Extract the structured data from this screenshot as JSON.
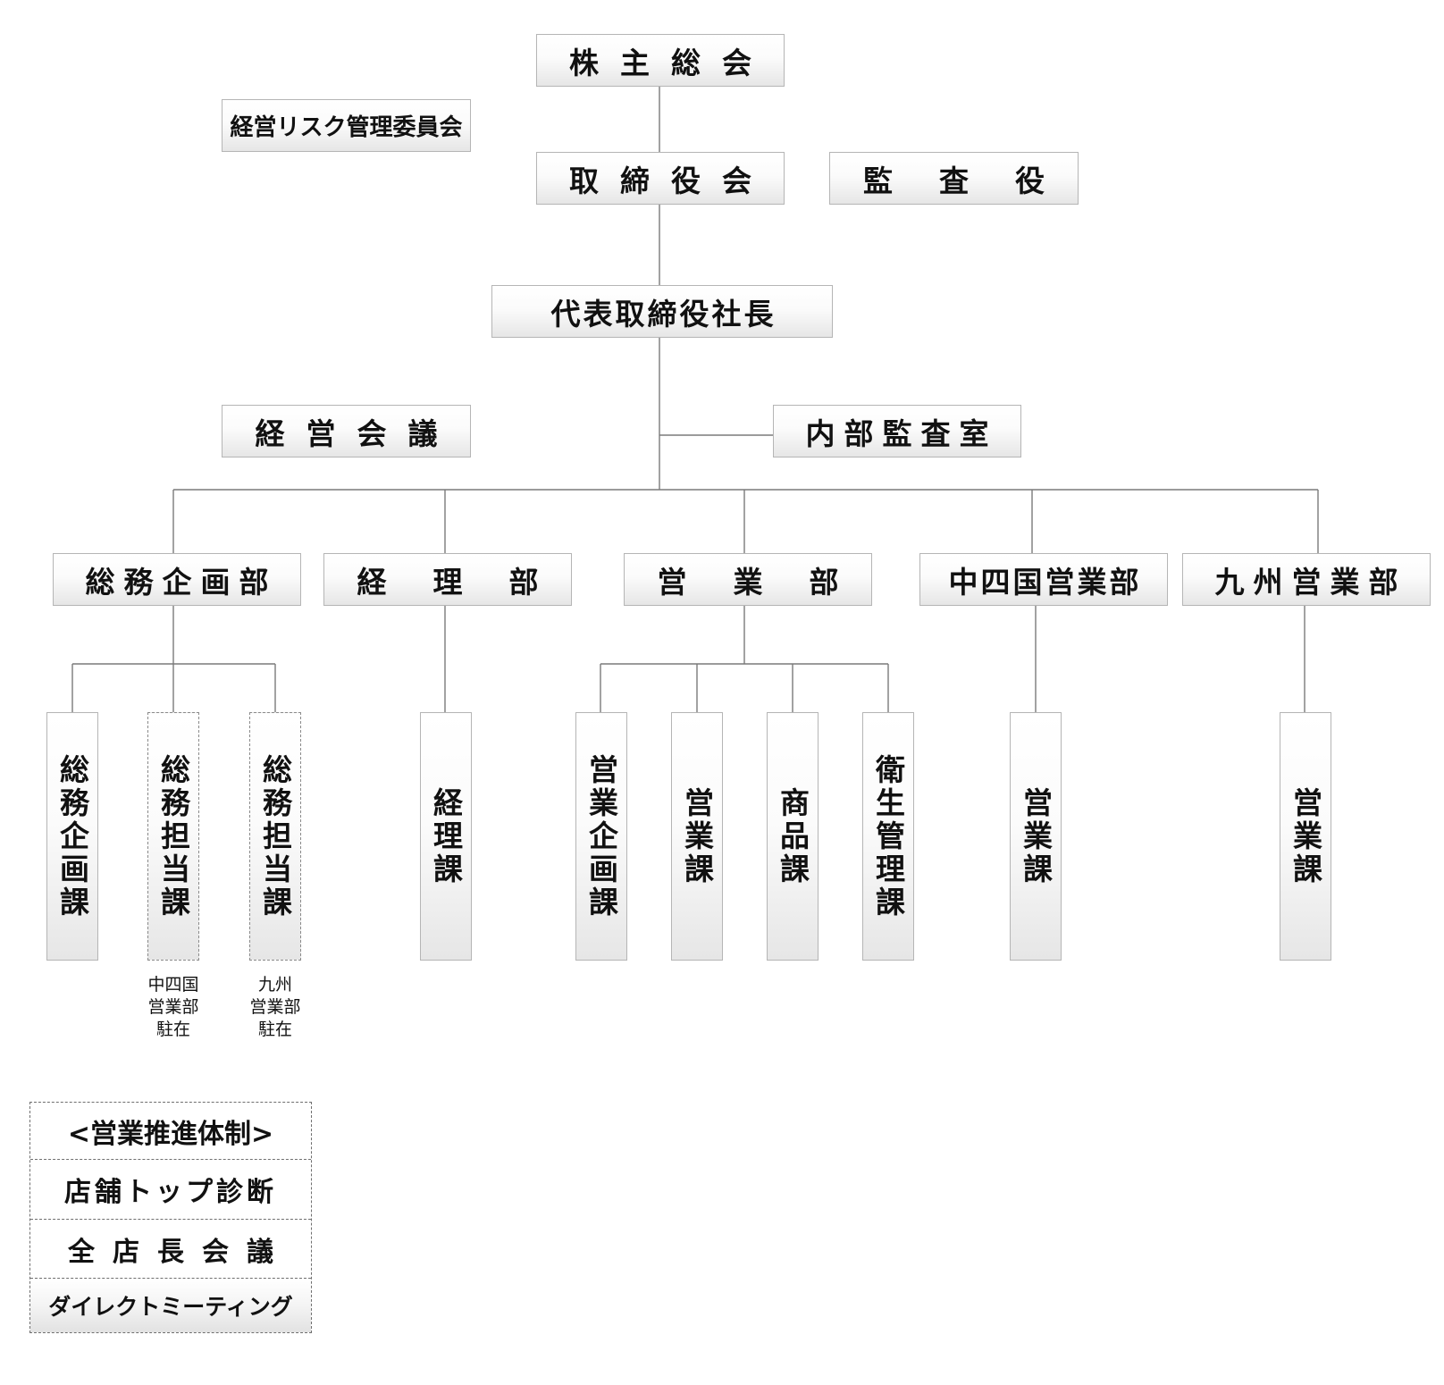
{
  "top": {
    "shareholders": "株主総会",
    "board": "取締役会",
    "auditor": "監査役",
    "risk_committee": "経営リスク管理委員会",
    "president": "代表取締役社長",
    "mgmt_meeting": "経営会議",
    "internal_audit": "内部監査室"
  },
  "departments": [
    "総務企画部",
    "経理部",
    "営業部",
    "中四国営業部",
    "九州営業部"
  ],
  "sections": {
    "soumu_kikaku": "総務企画課",
    "soumu_tantou_1": "総務担当課",
    "soumu_tantou_2": "総務担当課",
    "keiri": "経理課",
    "eigyo_kikaku": "営業企画課",
    "eigyo": "営業課",
    "shohin": "商品課",
    "eisei": "衛生管理課",
    "chushikoku_eigyo": "営業課",
    "kyushu_eigyo": "営業課"
  },
  "notes": {
    "chushikoku": [
      "中四国",
      "営業部",
      "駐在"
    ],
    "kyushu": [
      "九州",
      "営業部",
      "駐在"
    ]
  },
  "legend": {
    "title": "<営業推進体制>",
    "items": [
      "店舗トップ診断",
      "全店長会議",
      "ダイレクトミーティング"
    ]
  }
}
